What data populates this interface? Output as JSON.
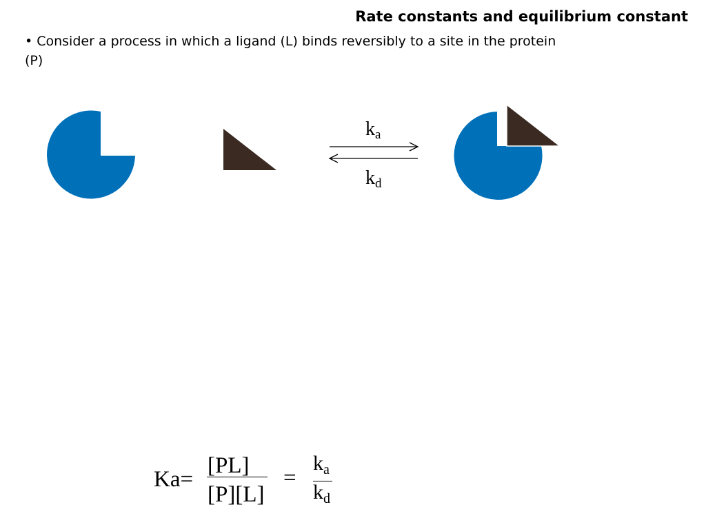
{
  "slide": {
    "title": "Rate constants and equilibrium constant",
    "bullet_symbol": "•",
    "bullet_text": "Consider a process in which a ligand (L) binds reversibly to a site in the protein (P)"
  },
  "diagram": {
    "protein_color": "#0070B8",
    "ligand_color": "#3A2A22",
    "forward_rate": {
      "base": "k",
      "sub": "a"
    },
    "reverse_rate": {
      "base": "k",
      "sub": "d"
    }
  },
  "equation": {
    "lhs": "Ka=",
    "numerator": "[PL]",
    "denominator": "[P][L]",
    "equals": "=",
    "rhs_numerator": {
      "base": "k",
      "sub": "a"
    },
    "rhs_denominator": {
      "base": "k",
      "sub": "d"
    }
  }
}
